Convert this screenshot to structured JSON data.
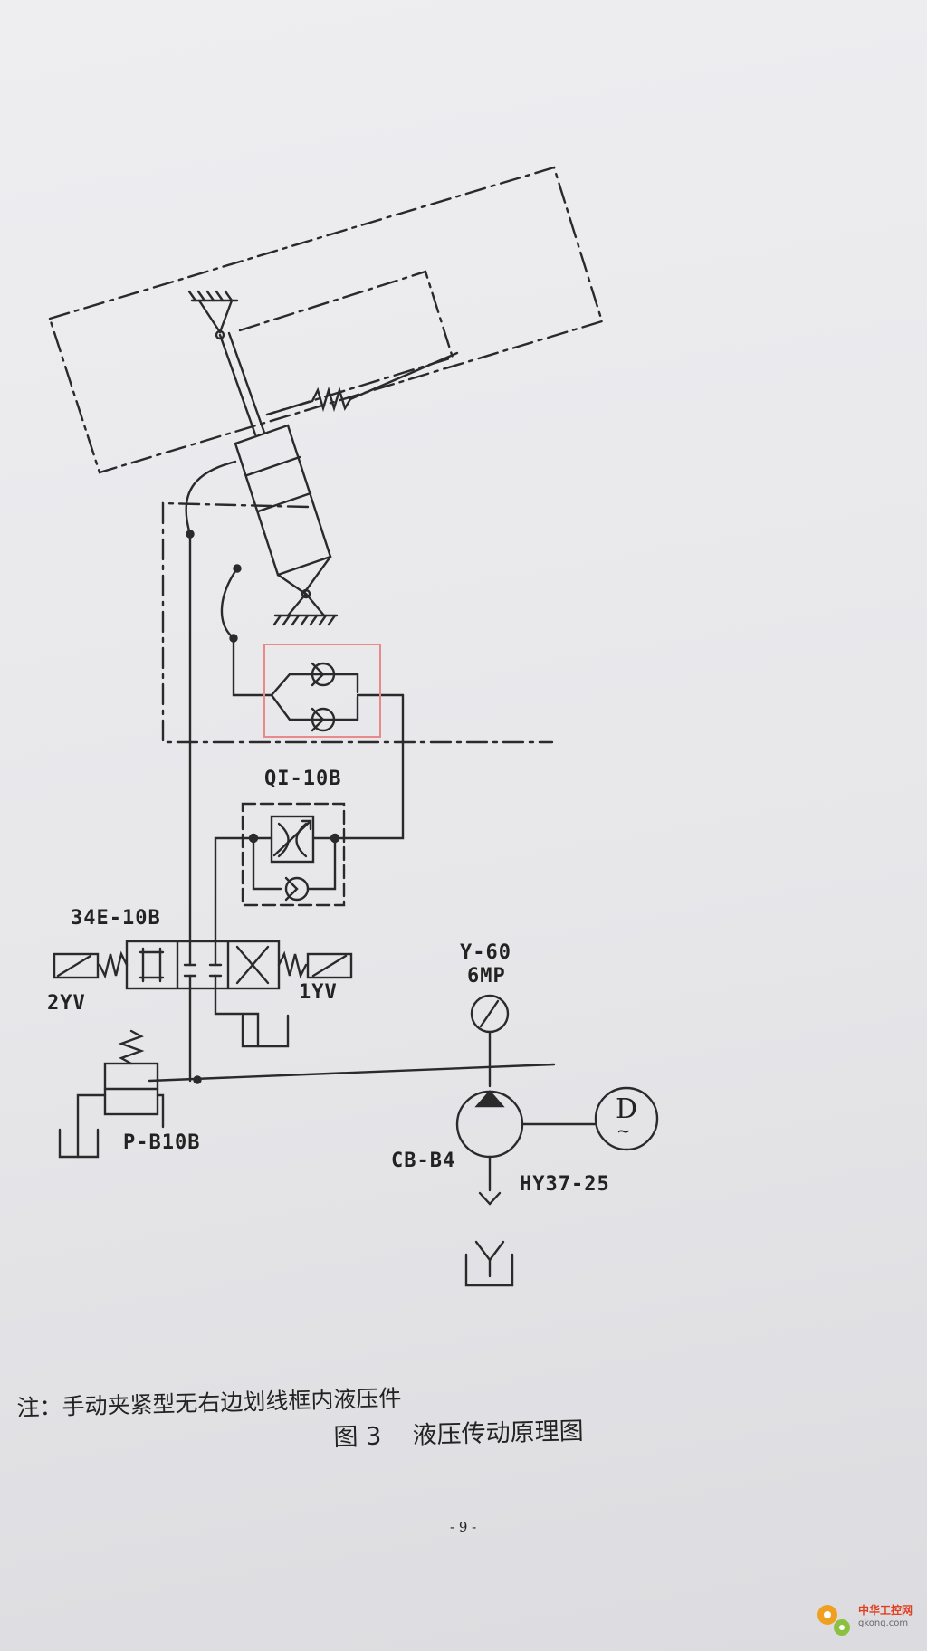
{
  "labels": {
    "qi_valve": "QI-10B",
    "dir_valve": "34E-10B",
    "sol_left": "2YV",
    "sol_right": "1YV",
    "gauge_model": "Y-60",
    "gauge_pressure": "6MP",
    "relief_valve": "P-B10B",
    "pump": "CB-B4",
    "motor_model": "HY37-25",
    "motor_symbol": "D",
    "motor_wave": "~"
  },
  "note": "注：手动夹紧型无右边划线框内液压件",
  "caption": "图 3    液压传动原理图",
  "page_number": "- 9 -",
  "watermark": {
    "text": "中华工控网",
    "url": "gkong.com"
  },
  "colors": {
    "ink": "#2a2a2a",
    "highlight": "#e8898c",
    "watermark": "#e04020"
  }
}
